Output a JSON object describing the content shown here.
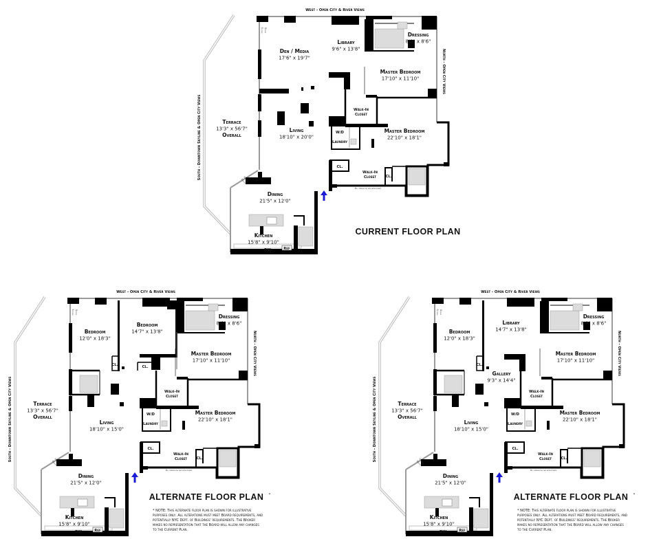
{
  "labels": {
    "west": "West - Open City & River Views",
    "north": "North - Open City Views",
    "south": "South - Downtown Skyline & Open City Views",
    "sliding_doors": [
      "Sliding",
      "Doors"
    ],
    "terrace": {
      "name": "Terrace",
      "dims": "13'3\" x 56'7\"",
      "note": "Overall"
    },
    "dressing": {
      "name": "Dressing",
      "dims": "8'0\" x 8'6\""
    },
    "master_bedroom_north": {
      "name": "Master Bedroom",
      "dims": "17'10\" x 11'10\""
    },
    "master_bedroom_east": {
      "name": "Master Bedroom",
      "dims": "22'10\" x 18'1\""
    },
    "walk_in_closet": [
      "Walk-In",
      "Closet"
    ],
    "wd": "W/D",
    "laundry": "Laundry",
    "closet": "CL.",
    "dining": {
      "name": "Dining",
      "dims": "21'5\" x 12'0\""
    },
    "kitchen": {
      "name": "Kitchen",
      "dims": "15'8\" x 9'10\""
    },
    "dw": "DW",
    "ref": "Ref",
    "dimensions_note": "All dimensions are approximate"
  },
  "plans": [
    {
      "id": "current",
      "title": "CURRENT FLOOR PLAN",
      "rooms": {
        "den_media": {
          "name": "Den / Media",
          "dims": "17'6\" x 19'7\""
        },
        "library": {
          "name": "Library",
          "dims": "9'6\" x 13'8\""
        },
        "living": {
          "name": "Living",
          "dims": "18'10\" x 20'0\""
        }
      }
    },
    {
      "id": "alternate-1",
      "title": "ALTERNATE FLOOR PLAN",
      "asterisk": "*",
      "rooms": {
        "bedroom": {
          "name": "Bedroom",
          "dims": "12'0\" x 18'3\""
        },
        "bedroom_2": {
          "name": "Bedroom",
          "dims": "14'7\" x 13'8\""
        },
        "living": {
          "name": "Living",
          "dims": "18'10\" x 15'0\""
        }
      },
      "note": [
        "* NOTE: This alternate floor plan is shown for illustrative",
        "purposes only. All alterations must meet Board requirements, and",
        "potentially NYC Dept. of Buildings' requirements. The Broker",
        "makes no representation that the Board will allow any changes",
        "to the Current Plan."
      ]
    },
    {
      "id": "alternate-2",
      "title": "ALTERNATE FLOOR PLAN",
      "asterisk": "*",
      "rooms": {
        "bedroom": {
          "name": "Bedroom",
          "dims": "12'0\" x 18'3\""
        },
        "library": {
          "name": "Library",
          "dims": "14'7\" x 13'8\""
        },
        "gallery": {
          "name": "Gallery",
          "dims": "9'3\" x 14'4\""
        },
        "living": {
          "name": "Living",
          "dims": "18'10\" x 15'0\""
        }
      },
      "note": [
        "* NOTE: This alternate floor plan is shown for illustrative",
        "purposes only. All alterations must meet Board requirements, and",
        "potentially NYC Dept. of Buildings' requirements. The Broker",
        "makes no representation that the Board will allow any changes",
        "to the Current Plan."
      ]
    }
  ],
  "colors": {
    "wall": "#000000",
    "arrow": "#1b1bd6",
    "fixture": "#dcdcdc",
    "glazing": "#9a9a9a"
  },
  "icons": {
    "entry": "arrow-up-icon"
  }
}
